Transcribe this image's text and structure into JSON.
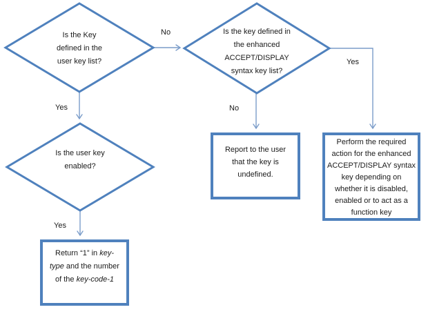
{
  "colors": {
    "shape_border": "#4F81BD",
    "connector": "#7A9CC9",
    "text": "#1A1A1A",
    "background": "#FFFFFF"
  },
  "nodes": {
    "decision_user_key_defined": {
      "type": "decision",
      "lines": [
        "Is the Key",
        "defined in the",
        "user key list?"
      ]
    },
    "decision_enhanced_key_defined": {
      "type": "decision",
      "lines": [
        "Is the key defined in",
        "the enhanced",
        "ACCEPT/DISPLAY",
        "syntax key list?"
      ]
    },
    "decision_user_key_enabled": {
      "type": "decision",
      "lines": [
        "Is the user key",
        "enabled?"
      ]
    },
    "process_report_undefined": {
      "type": "process",
      "lines": [
        "Report to the user",
        "that the key is",
        "undefined."
      ]
    },
    "process_perform_action": {
      "type": "process",
      "lines": [
        "Perform the required",
        "action for the enhanced",
        "ACCEPT/DISPLAY syntax",
        "key depending on",
        "whether it is disabled,",
        "enabled or to act as a",
        "function key"
      ]
    },
    "process_return_key_type": {
      "type": "process",
      "lines": [
        {
          "segments": [
            {
              "t": "Return “1” in ",
              "i": false
            },
            {
              "t": "key-",
              "i": true
            }
          ]
        },
        {
          "segments": [
            {
              "t": "type",
              "i": true
            },
            {
              "t": " and the number",
              "i": false
            }
          ]
        },
        {
          "segments": [
            {
              "t": "of the ",
              "i": false
            },
            {
              "t": "key-code-1",
              "i": true
            }
          ]
        }
      ]
    }
  },
  "edge_labels": {
    "no_top": "No",
    "yes_left_upper": "Yes",
    "no_middle": "No",
    "yes_left_lower": "Yes",
    "yes_right": "Yes"
  }
}
